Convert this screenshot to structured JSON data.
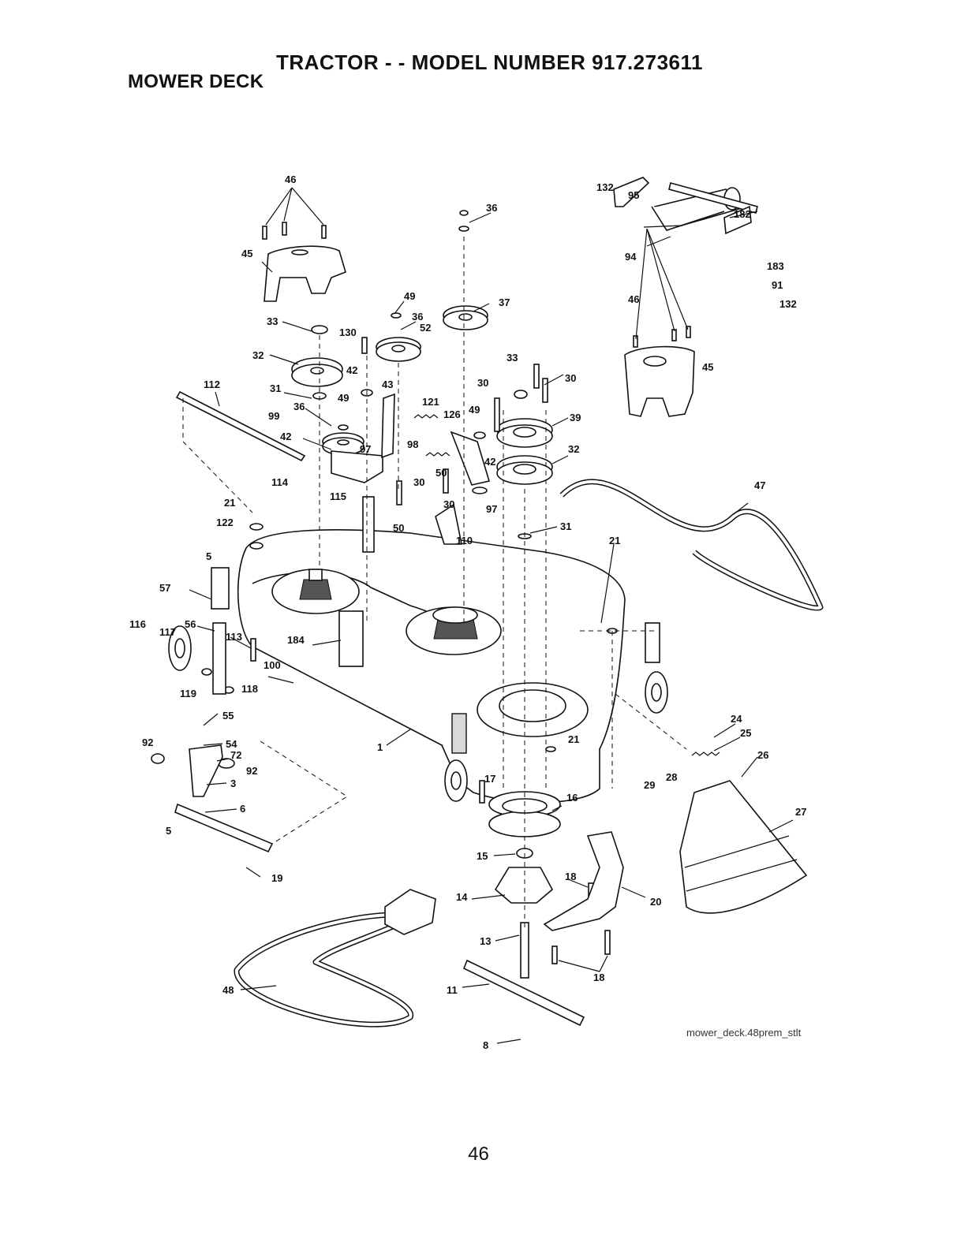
{
  "header": {
    "title": "TRACTOR - - MODEL NUMBER 917.273611",
    "section": "MOWER DECK"
  },
  "diagram": {
    "caption": "mower_deck.48prem_stlt",
    "callouts": [
      "46",
      "45",
      "33",
      "32",
      "31",
      "36",
      "99",
      "42",
      "112",
      "130",
      "49",
      "36",
      "52",
      "42",
      "43",
      "121",
      "98",
      "115",
      "114",
      "97",
      "50",
      "21",
      "122",
      "49",
      "36",
      "37",
      "33",
      "30",
      "30",
      "30",
      "126",
      "49",
      "39",
      "32",
      "42",
      "50",
      "30",
      "97",
      "110",
      "31",
      "47",
      "132",
      "95",
      "182",
      "94",
      "183",
      "91",
      "132",
      "46",
      "45",
      "5",
      "57",
      "116",
      "117",
      "56",
      "113",
      "184",
      "100",
      "119",
      "118",
      "21",
      "55",
      "92",
      "54",
      "72",
      "92",
      "3",
      "6",
      "5",
      "19",
      "1",
      "17",
      "16",
      "21",
      "24",
      "25",
      "26",
      "28",
      "29",
      "27",
      "15",
      "18",
      "14",
      "20",
      "13",
      "18",
      "11",
      "48",
      "8"
    ]
  },
  "footer": {
    "page_number": "46"
  }
}
